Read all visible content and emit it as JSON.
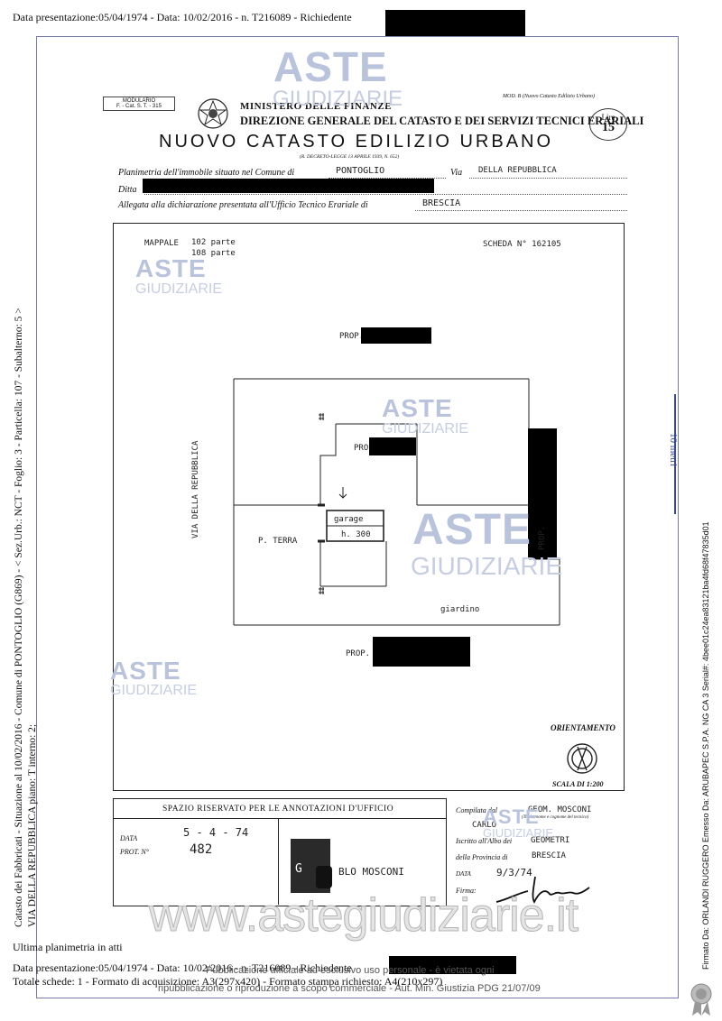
{
  "header": {
    "top_line": "Data presentazione:05/04/1974 - Data: 10/02/2016 - n. T216089 - Richiedente"
  },
  "form": {
    "modulario": "MODULARIO",
    "modulario_code": "F. - Cat. S. T. - 315",
    "ministry": "MINISTERO DELLE FINANZE",
    "direzione": "DIREZIONE GENERALE DEL CATASTO E DEI SERVIZI TECNICI ERARIALI",
    "title": "NUOVO CATASTO EDILIZIO URBANO",
    "decree": "(R. DECRETO-LEGGE 13 APRILE 1939, N. 652)",
    "mod": "MOD. B (Nuovo Catasto Edilizio Urbano)",
    "lire_label": "Lire",
    "lire_value": "15",
    "planimetria_label": "Planimetria dell'immobile situato nel Comune di",
    "comune": "PONTOGLIO",
    "via_label": "Via",
    "via": "DELLA REPUBBLICA",
    "ditta_label": "Ditta",
    "allegata_label": "Allegata alla dichiarazione presentata all'Ufficio Tecnico Erariale di",
    "ufficio": "BRESCIA"
  },
  "plan": {
    "mappale_label": "MAPPALE",
    "mappale_1": "102 parte",
    "mappale_2": "108 parte",
    "scheda": "SCHEDA N° 162105",
    "prop_top": "PROP.",
    "prop_inner": "PRO",
    "prop_right": "PROP.",
    "prop_bottom": "PROP.",
    "via_label": "VIA DELLA REPUBBLICA",
    "piano": "P. TERRA",
    "garage": "garage",
    "altezza": "h. 300",
    "giardino": "giardino",
    "orientamento": "ORIENTAMENTO",
    "scala": "SCALA DI 1:200",
    "scale_bar": "10 metri"
  },
  "office": {
    "spazio_title": "SPAZIO RISERVATO PER LE ANNOTAZIONI D'UFFICIO",
    "data_label": "DATA",
    "data_value": "5 - 4 - 74",
    "prot_label": "PROT. N°",
    "prot_value": "482",
    "compilata_label": "Compilata dal",
    "compilata_value": "GEOM. MOSCONI",
    "compilata_name": "CARLO",
    "compilata_note": "(Titolo, nome e cognome del tecnico)",
    "iscritto_label": "Iscritto all'Albo dei",
    "iscritto_value": "GEOMETRI",
    "provincia_label": "della Provincia di",
    "provincia_value": "BRESCIA",
    "data2_label": "DATA",
    "data2_value": "9/3/74",
    "firma_label": "Firma:",
    "stamp_text": "BLO MOSCONI",
    "stamp_prefix": "G"
  },
  "watermark": {
    "aste": "ASTE",
    "giudiziarie": "GIUDIZIARIE",
    "site": "www.astegiudiziarie.it",
    "notice_1": "Pubblicazione ufficiale ad esclusivo uso personale - è vietata ogni",
    "notice_2": "ripubblicazione o riproduzione a scopo commerciale - Aut. Min. Giustizia PDG 21/07/09"
  },
  "left_margin": {
    "line1": "Catasto dei Fabbricati - Situazione al 10/02/2016 - Comune di PONTOGLIO (G869) - < Sez.Urb.: NCT - Foglio: 3 - Particella: 107 - Subalterno: 5 >",
    "line2": "VIA DELLA REPUBBLICA piano: T interno: 2;"
  },
  "right_margin": {
    "text": "Firmato Da: ORLANDI RUGGERO Emesso Da: ARUBAPEC S.P.A. NG CA 3 Serial#: 4bee01c24ea83121ba4fd68f47835d01"
  },
  "footer": {
    "ultima": "Ultima planimetria in atti",
    "line1": "Data presentazione:05/04/1974 - Data: 10/02/2016 - n. T216089 - Richiedente",
    "line2": "Totale schede: 1 - Formato di acquisizione: A3(297x420) - Formato stampa richiesto: A4(210x297)"
  }
}
